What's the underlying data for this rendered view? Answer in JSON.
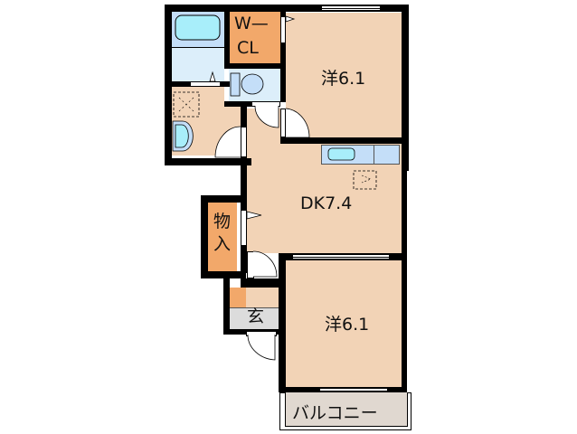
{
  "floorplan": {
    "rooms": {
      "western_room_upper": {
        "type": "洋",
        "size": "6.1",
        "label": "洋6.1"
      },
      "dk": {
        "type": "DK",
        "size": "7.4",
        "label": "DK7.4"
      },
      "western_room_lower": {
        "type": "洋",
        "size": "6.1",
        "label": "洋6.1"
      },
      "walk_in_closet": {
        "label_line1": "W—",
        "label_line2": "CL"
      },
      "storage": {
        "label_line1": "物",
        "label_line2": "入"
      },
      "entrance": {
        "label": "玄"
      },
      "balcony": {
        "label": "バルコニー"
      },
      "bathroom": {
        "label": ""
      },
      "toilet": {
        "label": ""
      },
      "washroom": {
        "label": ""
      }
    },
    "colors": {
      "room_floor": "#f2d3b6",
      "closet": "#f2a86a",
      "wet_area": "#c4def8",
      "wet_area_light": "#dceefa",
      "fixture": "#a8eefa",
      "entrance": "#dcdcdc",
      "balcony": "#e0d8d0",
      "wall": "#000000"
    }
  }
}
